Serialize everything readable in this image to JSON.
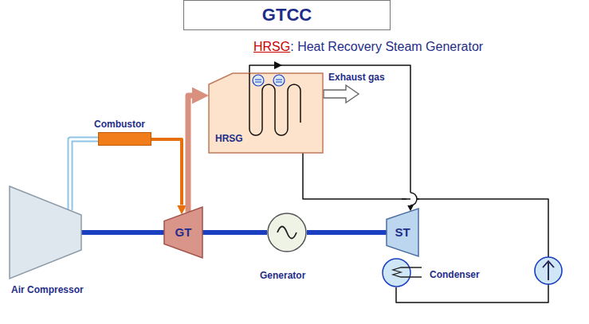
{
  "diagram": {
    "title": "GTCC",
    "nodes": [
      {
        "text": [
          "HRSG"
        ]
      },
      {
        "text": [
          "Combustor"
        ]
      },
      {
        "text": [
          "Air Compressor"
        ]
      },
      {
        "text": [
          "GT"
        ]
      },
      {
        "text": [
          "Generator"
        ]
      },
      {
        "text": [
          "ST"
        ]
      },
      {
        "text": [
          "Condenser"
        ]
      }
    ],
    "edges": [
      {
        "from": 0,
        "to": 5,
        "arrow": "to"
      },
      {
        "from": 1,
        "to": 3,
        "arrow": "to"
      },
      {
        "from": 3,
        "to": 0,
        "arrow": "to"
      },
      {
        "from": 2,
        "to": 1,
        "arrow": "none"
      },
      {
        "from": 2,
        "to": 3,
        "arrow": "none"
      },
      {
        "from": 3,
        "to": 4,
        "arrow": "none"
      },
      {
        "from": 4,
        "to": 5,
        "arrow": "none"
      },
      {
        "from": 6,
        "to": 0,
        "arrow": "none"
      }
    ],
    "labels": [
      "HRSG",
      ": Heat Recovery Steam Generator",
      "Exhaust gas"
    ]
  }
}
